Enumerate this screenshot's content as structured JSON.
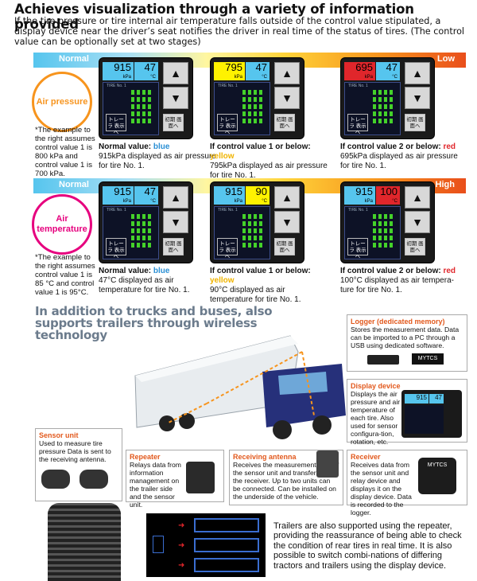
{
  "header": {
    "title": "Achieves visualization through a variety of information provided",
    "intro": "If the tire pressure or tire internal air temperature falls outside of the control value stipulated, a display device near the driver’s seat notifies the driver in real time of the status of tires. (The control value can be optionally set at two stages)"
  },
  "scale": {
    "normal": "Normal",
    "low": "Low",
    "high": "High"
  },
  "pressure": {
    "bubble": "Air pressure",
    "note": "*The example to the right assumes control value 1 is 800 kPa and control value 1 is 700 kPa.",
    "panels": [
      {
        "p": "915",
        "t": "47",
        "pcolor": "#56c5ee",
        "title": "Normal value:",
        "titleWord": "blue",
        "desc": "915kPa displayed as air pressure for tire No. 1."
      },
      {
        "p": "795",
        "t": "47",
        "pcolor": "#fff200",
        "title": "If control value 1 or below:",
        "titleWord": "yellow",
        "desc": "795kPa displayed as air pressure for tire No. 1."
      },
      {
        "p": "695",
        "t": "47",
        "pcolor": "#e0262b",
        "title": "If control value 2 or below:",
        "titleWord": "red",
        "desc": "695kPa displayed as air pressure for tire No. 1."
      }
    ]
  },
  "temperature": {
    "bubble": "Air temperature",
    "note": "*The example to the right assumes control value 1 is 85 °C and control value 1 is 95°C.",
    "panels": [
      {
        "p": "915",
        "t": "47",
        "tcolor": "#56c5ee",
        "title": "Normal value:",
        "titleWord": "blue",
        "desc": "47°C displayed as air temperature for tire No. 1."
      },
      {
        "p": "915",
        "t": "90",
        "tcolor": "#fff200",
        "title": "If control value 1 or below:",
        "titleWord": "yellow",
        "desc": "90°C displayed as air temperature for tire No. 1."
      },
      {
        "p": "915",
        "t": "100",
        "tcolor": "#e0262b",
        "title": "If control value 2 or below:",
        "titleWord": "red",
        "desc": "100°C displayed as air tempera-ture for tire No. 1."
      }
    ]
  },
  "device": {
    "kpa": "kPa",
    "degc": "°C",
    "tireno": "TIRE No. 1",
    "btnTrailer": "トレーラ 表示へ",
    "btnInit": "初期 画面へ",
    "up": "▲",
    "down": "▼"
  },
  "section2": {
    "title": "In addition to trucks and buses, also supports trailers through wireless technology"
  },
  "boxes": {
    "logger": {
      "title": "Logger (dedicated memory)",
      "text": "Stores the measurement data. Data can be imported to a PC through a USB using dedicated software.",
      "brand": "MYTCS"
    },
    "display": {
      "title": "Display device",
      "text": "Displays the air pressure and air temperature of each tire. Also used for sensor configura-tion, rotation, etc."
    },
    "sensor": {
      "title": "Sensor unit",
      "text": "Used to measure tire pressure Data is sent to the receiving antenna."
    },
    "repeater": {
      "title": "Repeater",
      "text": "Relays data from information management on the trailer side and the sensor unit."
    },
    "antenna": {
      "title": "Receiving antenna",
      "text": "Receives the measurement data of the sensor unit and transfers it to the receiver. Up to two units can be connected. Can be installed on the underside of the vehicle."
    },
    "receiver": {
      "title": "Receiver",
      "text": "Receives data from the sensor unit and relay device and displays it on the display device. Data is recorded to the logger.",
      "brand": "MYTCS"
    }
  },
  "trailerText": "Trailers are also supported using the repeater, providing the reassurance of being able to check the condition of rear tires in real time. It is also possible to switch combi-nations of differing tractors and trailers using the display device."
}
